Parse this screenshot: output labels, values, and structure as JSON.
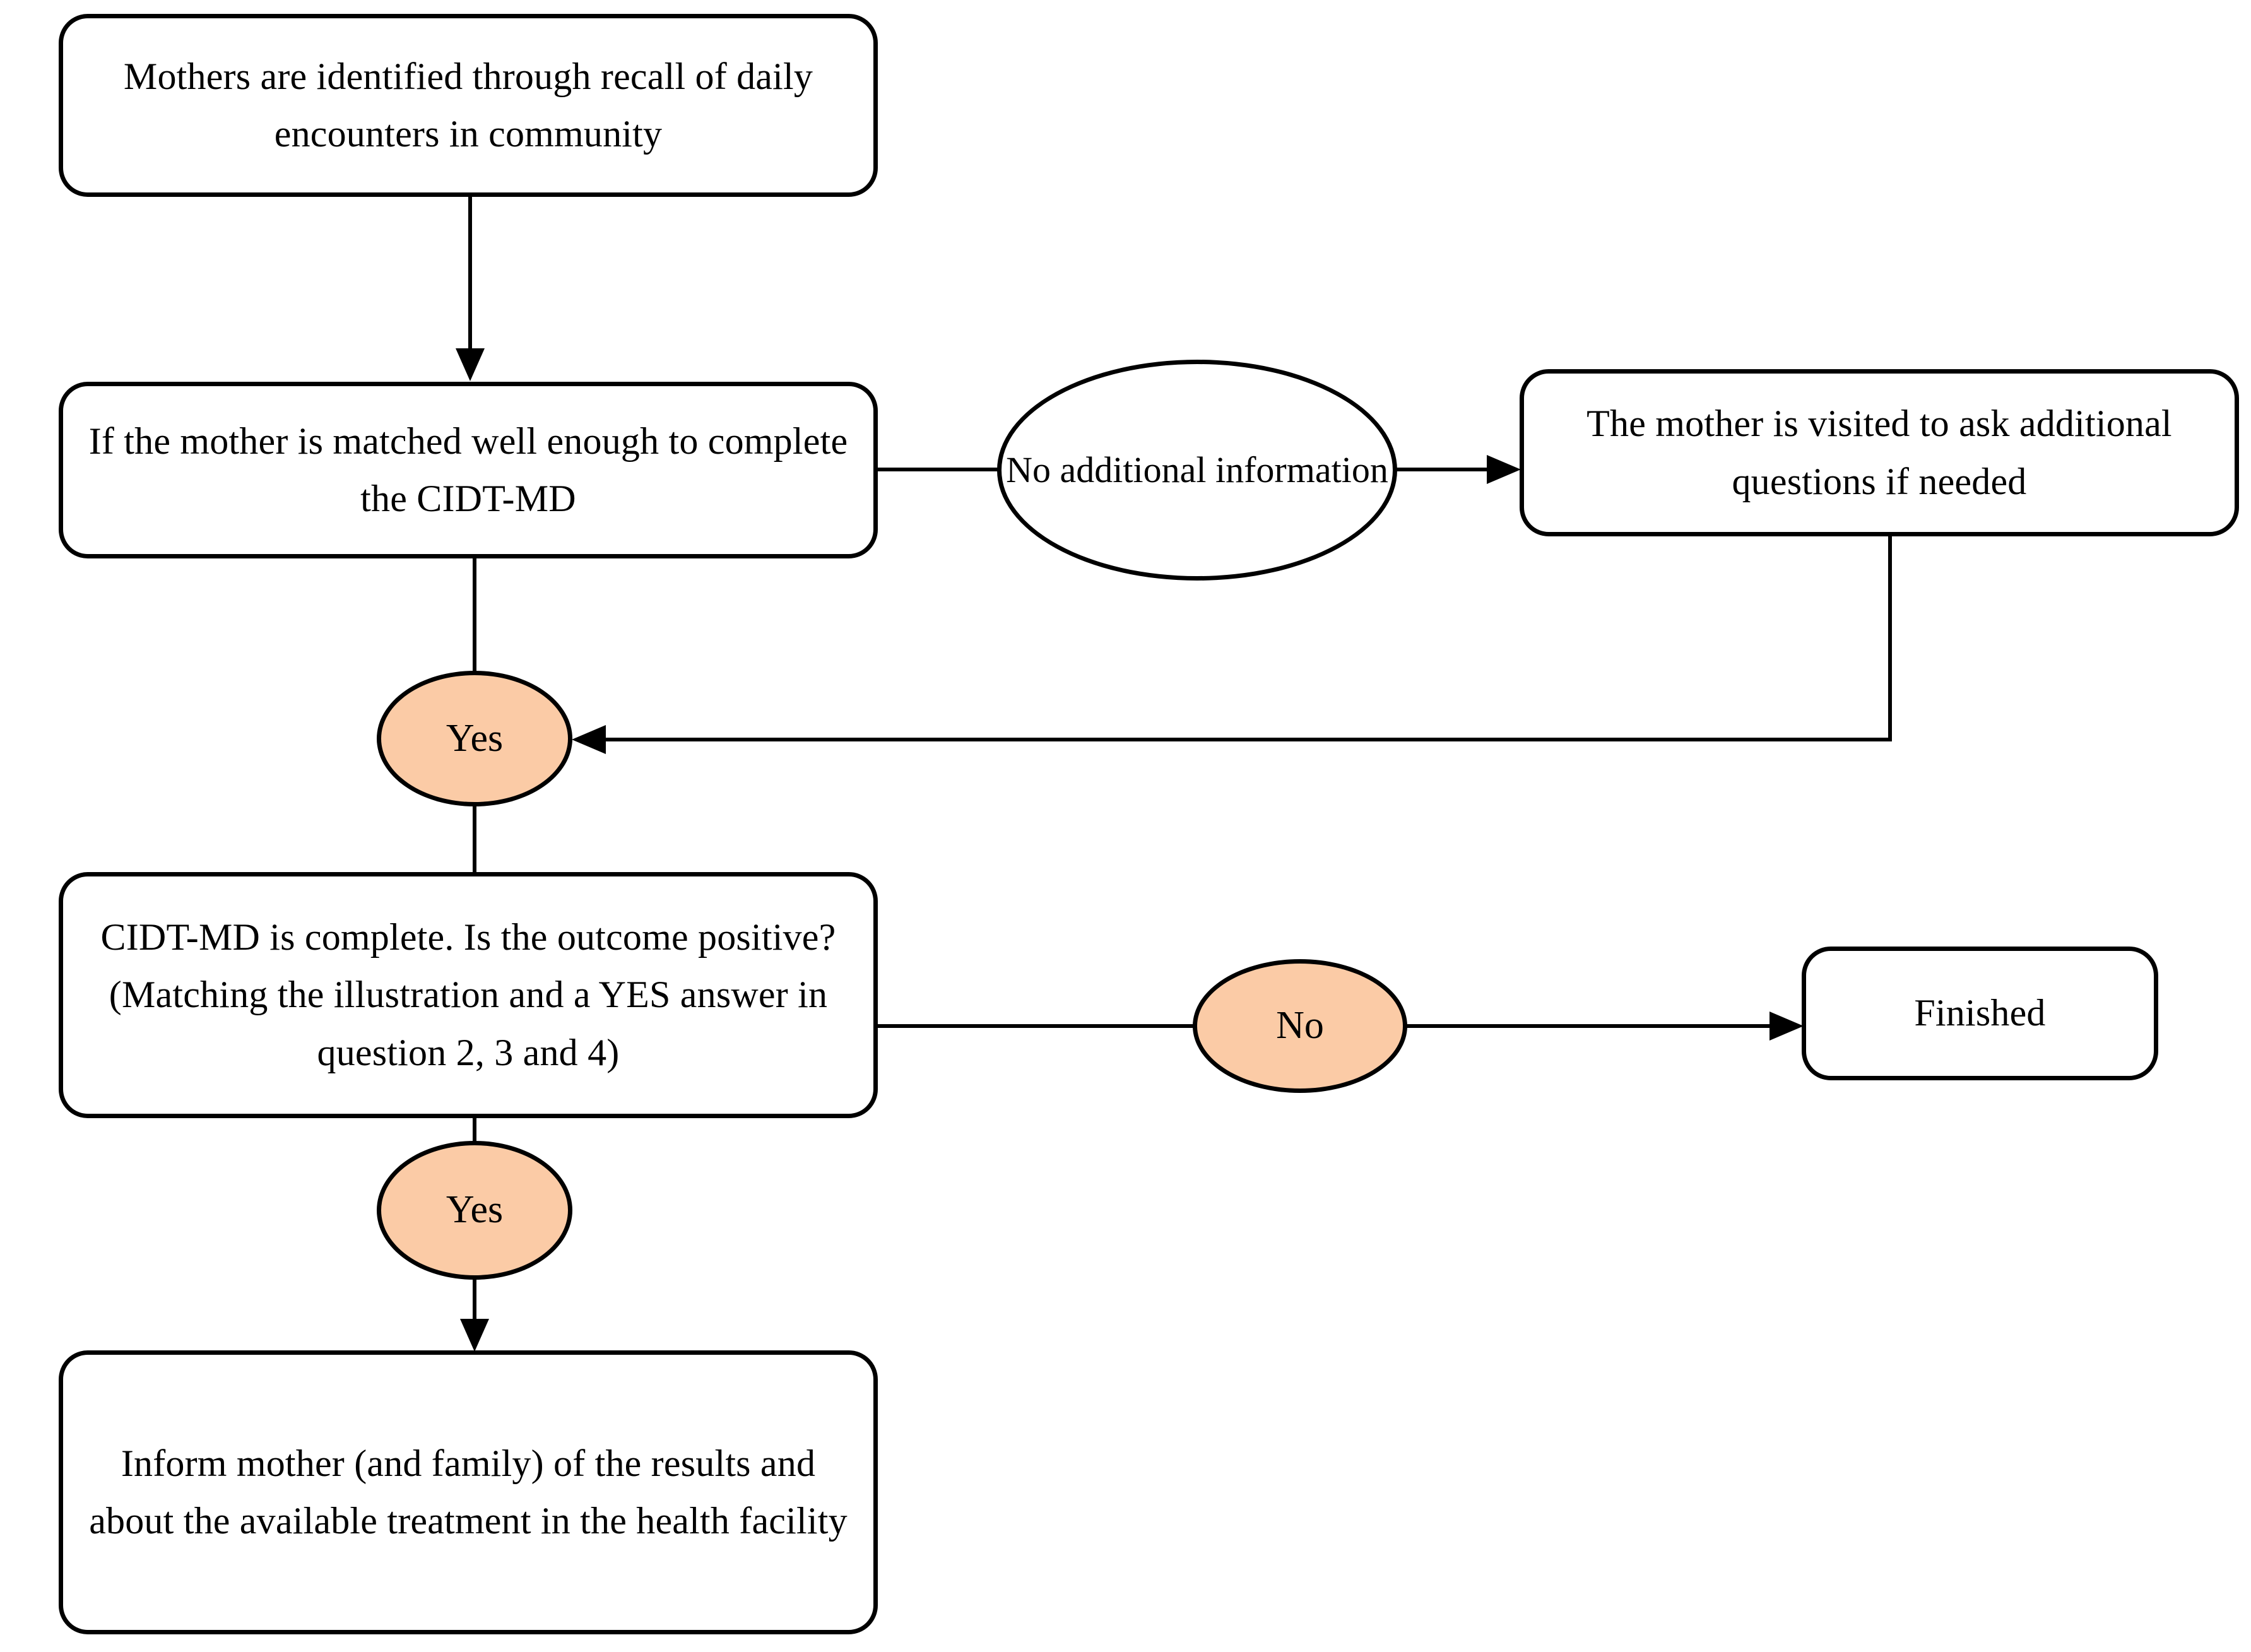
{
  "diagram": {
    "title": "CIDT-MD community screening flowchart",
    "colors": {
      "stroke": "#000000",
      "box_fill": "#ffffff",
      "decision_fill": "#FBCBA6",
      "background": "#ffffff"
    },
    "nodes": {
      "identify": {
        "shape": "rounded-rectangle",
        "lines": [
          "Mothers are identified through recall of",
          "daily encounters in community"
        ],
        "text": "Mothers are identified through recall of daily encounters in community"
      },
      "match": {
        "shape": "rounded-rectangle",
        "lines": [
          "If the mother is matched well enough to",
          "complete the CIDT-MD"
        ],
        "text": "If the mother is matched well enough to complete the CIDT-MD"
      },
      "no_info": {
        "shape": "ellipse",
        "lines": [
          "No",
          "additional",
          "information"
        ],
        "text": "No additional information"
      },
      "visit": {
        "shape": "rounded-rectangle",
        "lines": [
          "The mother is visited to ask",
          "additional questions if needed"
        ],
        "text": "The mother is visited to ask additional questions if needed"
      },
      "yes_1": {
        "shape": "ellipse",
        "text": "Yes"
      },
      "cidt_outcome": {
        "shape": "rounded-rectangle",
        "lines": [
          "CIDT-MD is complete. Is the outcome",
          "positive? (Matching the illustration and",
          "a YES answer in question 2, 3 and 4)"
        ],
        "text": "CIDT-MD is complete. Is the outcome positive? (Matching the illustration and a YES answer in question 2, 3 and 4)"
      },
      "no": {
        "shape": "ellipse",
        "text": "No"
      },
      "finished": {
        "shape": "rounded-rectangle",
        "text": "Finished"
      },
      "yes_2": {
        "shape": "ellipse",
        "text": "Yes"
      },
      "inform": {
        "shape": "rounded-rectangle",
        "lines": [
          "Inform mother (and family) of the",
          "results and about the available treatment",
          "in the health facility"
        ],
        "text": "Inform mother (and family) of the results and about the available treatment in the health facility"
      }
    },
    "edges": [
      {
        "from": "identify",
        "to": "match",
        "label": "",
        "arrow": true,
        "style": "straight-down"
      },
      {
        "from": "match",
        "to": "no_info",
        "label": "",
        "arrow": false,
        "style": "straight-right"
      },
      {
        "from": "no_info",
        "to": "visit",
        "label": "",
        "arrow": true,
        "style": "straight-right"
      },
      {
        "from": "visit",
        "to": "yes_1",
        "label": "",
        "arrow": true,
        "style": "down-then-left"
      },
      {
        "from": "match",
        "to": "yes_1",
        "label": "",
        "arrow": false,
        "style": "straight-down"
      },
      {
        "from": "yes_1",
        "to": "cidt_outcome",
        "label": "",
        "arrow": false,
        "style": "straight-down"
      },
      {
        "from": "cidt_outcome",
        "to": "no",
        "label": "",
        "arrow": false,
        "style": "straight-right"
      },
      {
        "from": "no",
        "to": "finished",
        "label": "",
        "arrow": true,
        "style": "straight-right"
      },
      {
        "from": "cidt_outcome",
        "to": "yes_2",
        "label": "",
        "arrow": false,
        "style": "straight-down"
      },
      {
        "from": "yes_2",
        "to": "inform",
        "label": "",
        "arrow": true,
        "style": "straight-down"
      }
    ]
  }
}
